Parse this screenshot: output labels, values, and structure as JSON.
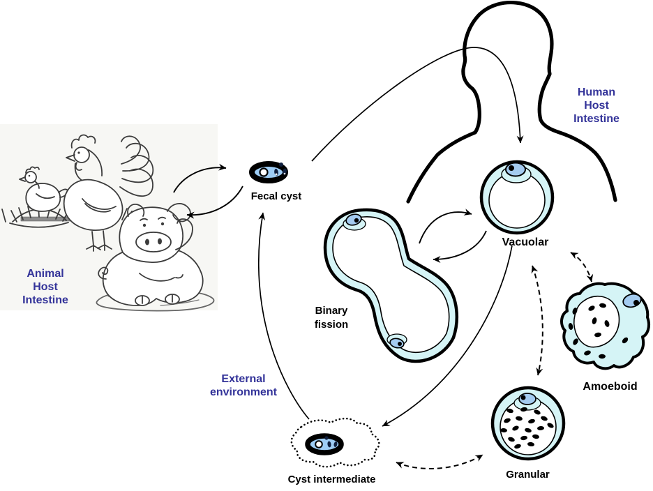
{
  "labels": {
    "human_host": "Human\nHost\nIntestine",
    "animal_host": "Animal\nHost\nIntestine",
    "external_environment": "External\nenvironment",
    "fecal_cyst": "Fecal cyst",
    "vacuolar": "Vacuolar",
    "binary_fission": "Binary\nfission",
    "amoeboid": "Amoeboid",
    "granular": "Granular",
    "cyst_intermediate": "Cyst intermediate"
  },
  "colors": {
    "host_label": "#333399",
    "stage_label": "#000000",
    "cell_cytoplasm": "#d5f4f6",
    "cell_outline": "#000000",
    "nucleus_fill": "#a4cbf0",
    "cyst_fill": "#9ecdf5",
    "background": "#ffffff"
  },
  "stages": [
    "Fecal cyst",
    "Vacuolar",
    "Binary fission",
    "Amoeboid",
    "Granular",
    "Cyst intermediate"
  ],
  "regions": [
    "Human Host Intestine",
    "Animal Host Intestine",
    "External environment"
  ],
  "connections": [
    {
      "from": "Animal Host Intestine",
      "to": "Fecal cyst",
      "line": "solid",
      "bidirectional": true
    },
    {
      "from": "Fecal cyst",
      "to": "Vacuolar",
      "line": "solid",
      "bidirectional": false
    },
    {
      "from": "Binary fission",
      "to": "Vacuolar",
      "line": "solid",
      "bidirectional": true
    },
    {
      "from": "Vacuolar",
      "to": "Amoeboid",
      "line": "dashed",
      "bidirectional": true
    },
    {
      "from": "Vacuolar",
      "to": "Granular",
      "line": "dashed",
      "bidirectional": true
    },
    {
      "from": "Vacuolar",
      "to": "Cyst intermediate",
      "line": "solid",
      "bidirectional": false
    },
    {
      "from": "Granular",
      "to": "Cyst intermediate",
      "line": "dashed",
      "bidirectional": true
    },
    {
      "from": "Cyst intermediate",
      "to": "Fecal cyst",
      "line": "solid",
      "bidirectional": false
    }
  ]
}
